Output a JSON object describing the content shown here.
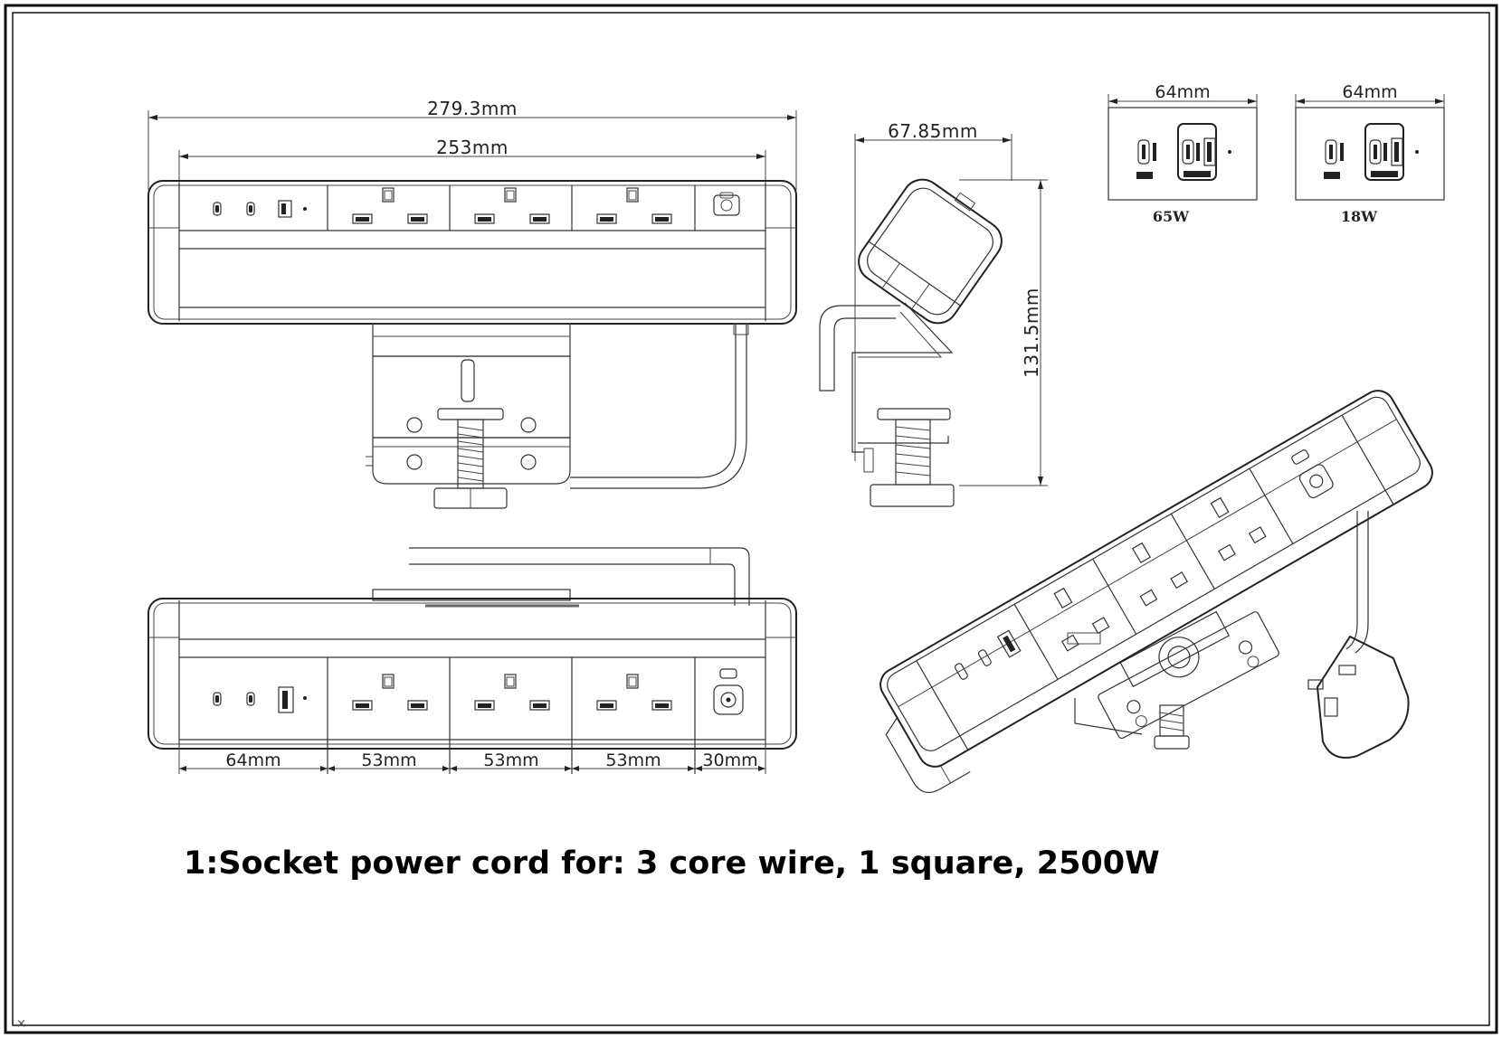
{
  "front_view": {
    "overall_width": "279.3mm",
    "inner_width": "253mm"
  },
  "side_view": {
    "depth": "67.85mm",
    "height": "131.5mm"
  },
  "bottom_view": {
    "segments": [
      "64mm",
      "53mm",
      "53mm",
      "53mm",
      "30mm"
    ]
  },
  "usb_modules": [
    {
      "width": "64mm",
      "power": "65W"
    },
    {
      "width": "64mm",
      "power": "18W"
    }
  ],
  "caption": "1:Socket power cord for: 3 core wire, 1 square, 2500W",
  "corner_mark": "×"
}
